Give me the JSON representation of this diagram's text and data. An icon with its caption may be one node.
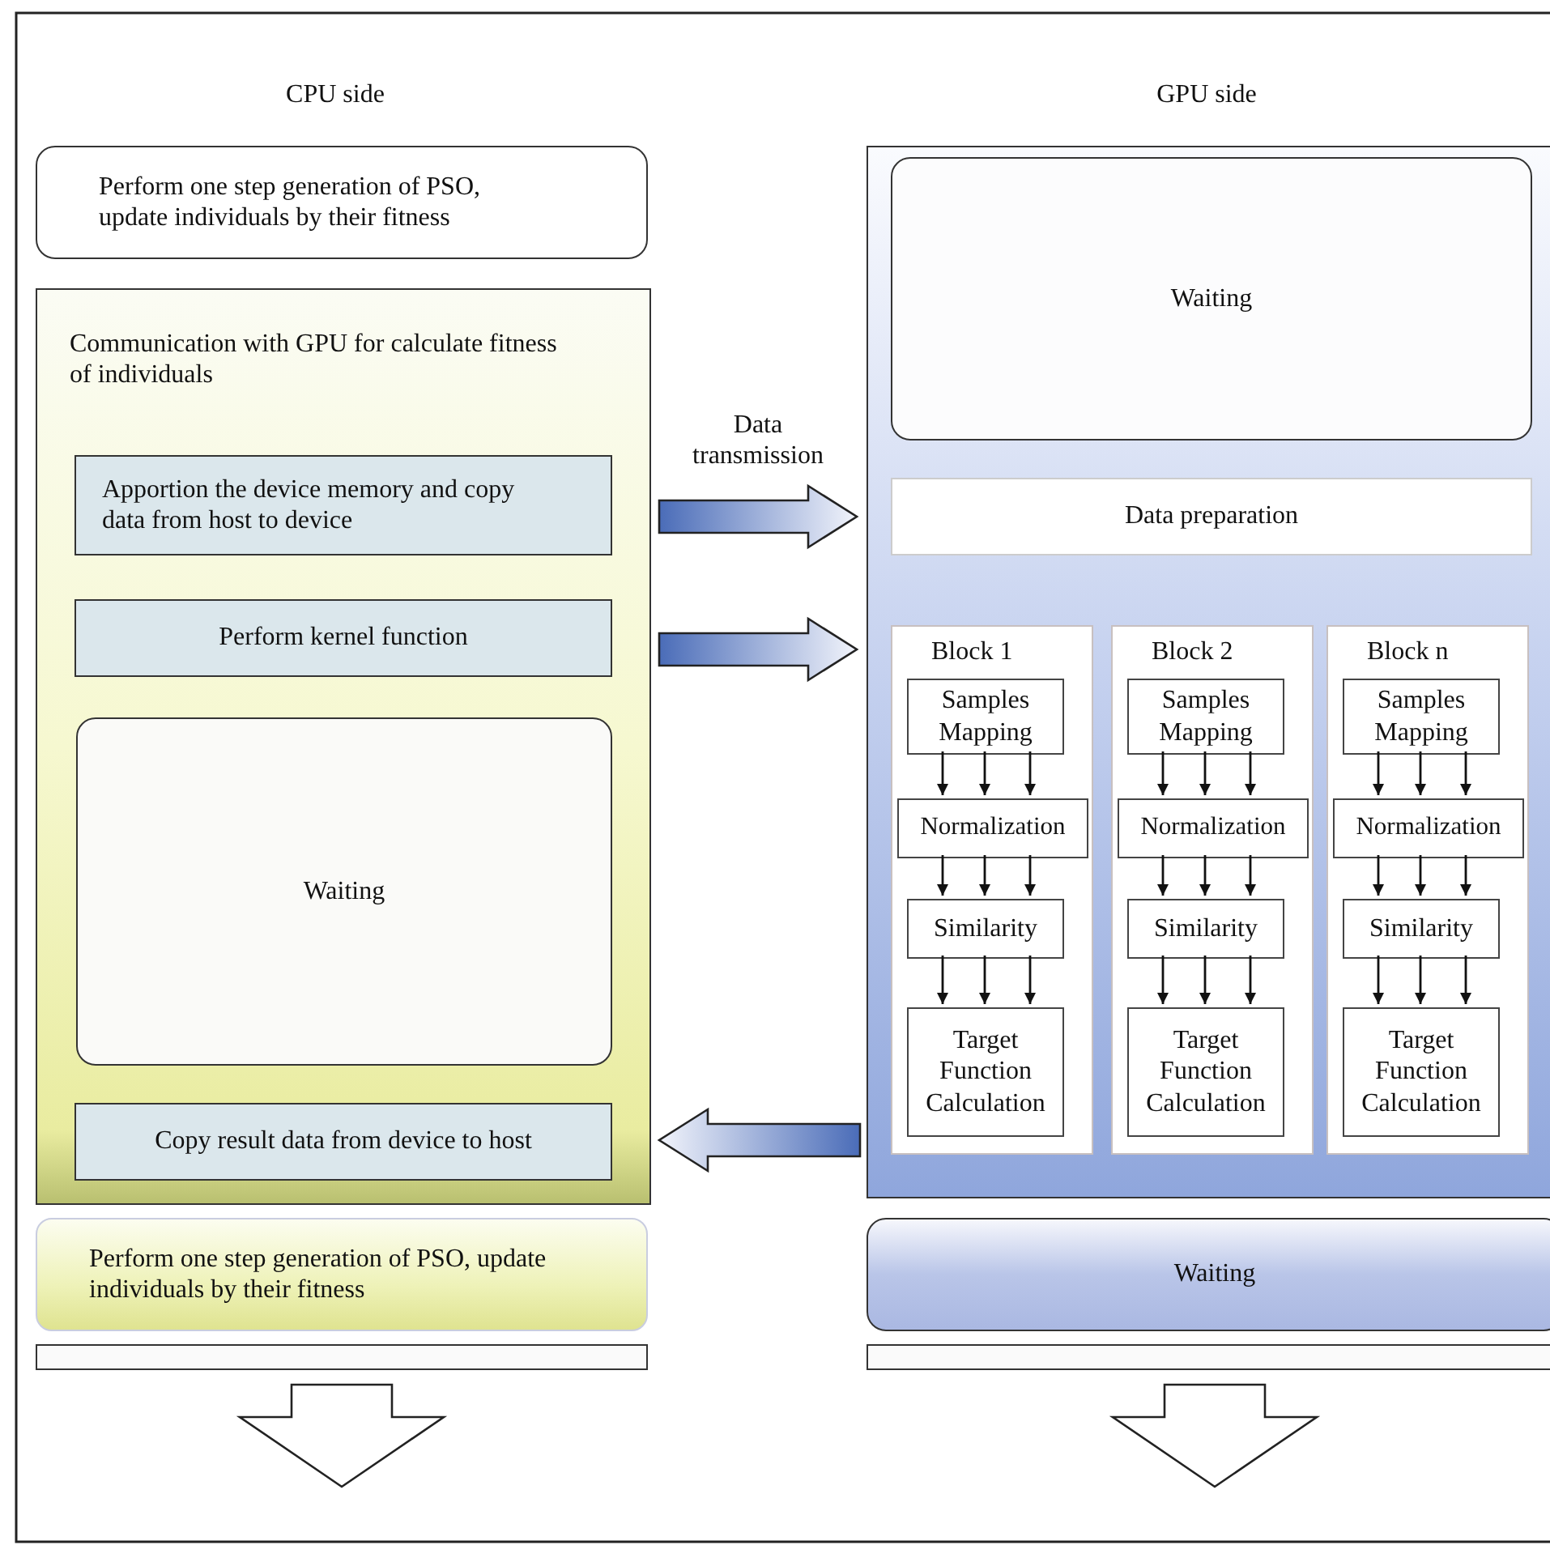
{
  "diagram": {
    "nodes": [
      {
        "text": [
          "Perform one step generation of PSO, update individuals by their fitness"
        ]
      },
      {
        "text": [
          "Communication with GPU for calculate fitness of individuals"
        ]
      },
      {
        "text": [
          "Apportion the device memory and copy data from host to device"
        ],
        "in": 1
      },
      {
        "text": [
          "Perform kernel function"
        ],
        "in": 1
      },
      {
        "text": [
          "Waiting"
        ],
        "in": 1
      },
      {
        "text": [
          "Copy result data from device to host"
        ],
        "in": 1
      },
      {
        "text": [
          "Perform one step generation of PSO, update individuals by their fitness"
        ]
      },
      {
        "text": [],
        "shape": "bar"
      },
      {
        "text": [],
        "shape": "box"
      },
      {
        "text": [
          "Waiting"
        ],
        "in": 8
      },
      {
        "text": [
          "Data preparation"
        ],
        "in": 8
      },
      {
        "text": [
          "Block 1"
        ],
        "in": 8
      },
      {
        "text": [
          "Samples Mapping"
        ],
        "in": 11
      },
      {
        "text": [
          "Normalization"
        ],
        "in": 11
      },
      {
        "text": [
          "Similarity"
        ],
        "in": 11
      },
      {
        "text": [
          "Target Function Calculation"
        ],
        "in": 11
      },
      {
        "text": [
          "Block 2"
        ],
        "in": 8
      },
      {
        "text": [
          "Samples Mapping"
        ],
        "in": 16
      },
      {
        "text": [
          "Normalization"
        ],
        "in": 16
      },
      {
        "text": [
          "Similarity"
        ],
        "in": 16
      },
      {
        "text": [
          "Target Function Calculation"
        ],
        "in": 16
      },
      {
        "text": [
          "Block n"
        ],
        "in": 8
      },
      {
        "text": [
          "Samples Mapping"
        ],
        "in": 21
      },
      {
        "text": [
          "Normalization"
        ],
        "in": 21
      },
      {
        "text": [
          "Similarity"
        ],
        "in": 21
      },
      {
        "text": [
          "Target Function Calculation"
        ],
        "in": 21
      },
      {
        "text": [
          "Waiting"
        ]
      },
      {
        "text": [],
        "shape": "bar"
      }
    ],
    "edges": [
      {
        "from": 2,
        "to": 8,
        "label": "Data transmission",
        "arrow": "to",
        "style": "thick",
        "color": "#4a6cb8"
      },
      {
        "from": 3,
        "to": 8,
        "arrow": "to",
        "style": "thick",
        "color": "#4a6cb8"
      },
      {
        "from": 8,
        "to": 5,
        "arrow": "to",
        "style": "thick",
        "color": "#4a6cb8"
      },
      {
        "from": 7,
        "to": null,
        "arrow": "to",
        "style": "thick"
      },
      {
        "from": 27,
        "to": null,
        "arrow": "to",
        "style": "thick"
      },
      {
        "from": 12,
        "to": 13,
        "arrow": "to"
      },
      {
        "from": 12,
        "to": 13,
        "arrow": "to"
      },
      {
        "from": 12,
        "to": 13,
        "arrow": "to"
      },
      {
        "from": 13,
        "to": 14,
        "arrow": "to"
      },
      {
        "from": 13,
        "to": 14,
        "arrow": "to"
      },
      {
        "from": 13,
        "to": 14,
        "arrow": "to"
      },
      {
        "from": 14,
        "to": 15,
        "arrow": "to"
      },
      {
        "from": 14,
        "to": 15,
        "arrow": "to"
      },
      {
        "from": 14,
        "to": 15,
        "arrow": "to"
      },
      {
        "from": 17,
        "to": 18,
        "arrow": "to"
      },
      {
        "from": 17,
        "to": 18,
        "arrow": "to"
      },
      {
        "from": 17,
        "to": 18,
        "arrow": "to"
      },
      {
        "from": 18,
        "to": 19,
        "arrow": "to"
      },
      {
        "from": 18,
        "to": 19,
        "arrow": "to"
      },
      {
        "from": 18,
        "to": 19,
        "arrow": "to"
      },
      {
        "from": 19,
        "to": 20,
        "arrow": "to"
      },
      {
        "from": 19,
        "to": 20,
        "arrow": "to"
      },
      {
        "from": 19,
        "to": 20,
        "arrow": "to"
      },
      {
        "from": 22,
        "to": 23,
        "arrow": "to"
      },
      {
        "from": 22,
        "to": 23,
        "arrow": "to"
      },
      {
        "from": 22,
        "to": 23,
        "arrow": "to"
      },
      {
        "from": 23,
        "to": 24,
        "arrow": "to"
      },
      {
        "from": 23,
        "to": 24,
        "arrow": "to"
      },
      {
        "from": 23,
        "to": 24,
        "arrow": "to"
      },
      {
        "from": 24,
        "to": 25,
        "arrow": "to"
      },
      {
        "from": 24,
        "to": 25,
        "arrow": "to"
      },
      {
        "from": 24,
        "to": 25,
        "arrow": "to"
      }
    ],
    "labels": [
      "CPU side",
      "GPU side"
    ]
  }
}
